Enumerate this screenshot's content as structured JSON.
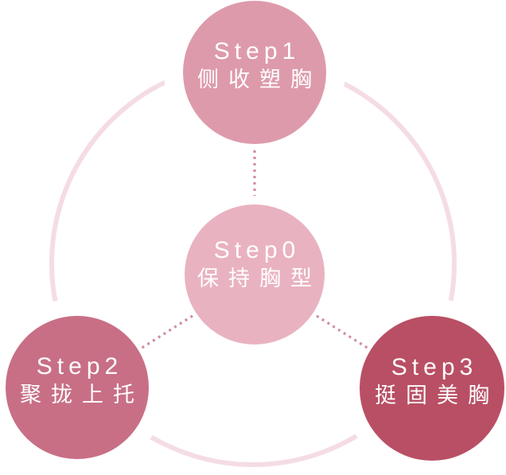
{
  "diagram": {
    "center_step": {
      "label": "Step0",
      "sublabel": "保持胸型",
      "color": "#e9b2c0"
    },
    "steps": [
      {
        "label": "Step1",
        "sublabel": "侧收塑胸",
        "color": "#dd9aab",
        "position": "top"
      },
      {
        "label": "Step2",
        "sublabel": "聚拢上托",
        "color": "#c86f85",
        "position": "bottom-left"
      },
      {
        "label": "Step3",
        "sublabel": "挺固美胸",
        "color": "#b94f64",
        "position": "bottom-right"
      }
    ],
    "colors": {
      "ring": "#f5dce4",
      "connector": "#d18c9f",
      "text": "#ffffff"
    }
  }
}
